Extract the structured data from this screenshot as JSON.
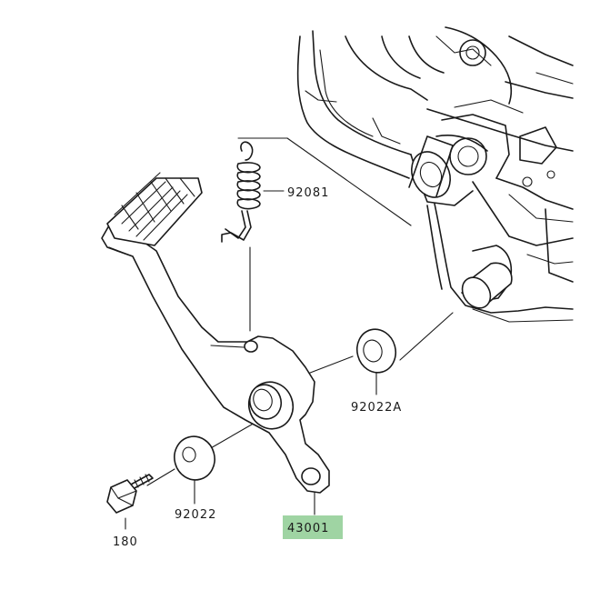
{
  "diagram": {
    "highlight_color": "#9fd4a3",
    "line_color": "#1a1a1a",
    "parts": [
      {
        "id": "spring",
        "number": "92081",
        "icon": "return-spring"
      },
      {
        "id": "washer-right",
        "number": "92022A",
        "icon": "washer"
      },
      {
        "id": "washer-left",
        "number": "92022",
        "icon": "washer"
      },
      {
        "id": "bolt",
        "number": "180",
        "icon": "bolt"
      },
      {
        "id": "brake-pedal",
        "number": "43001",
        "icon": "brake-pedal",
        "highlighted": true
      }
    ]
  }
}
